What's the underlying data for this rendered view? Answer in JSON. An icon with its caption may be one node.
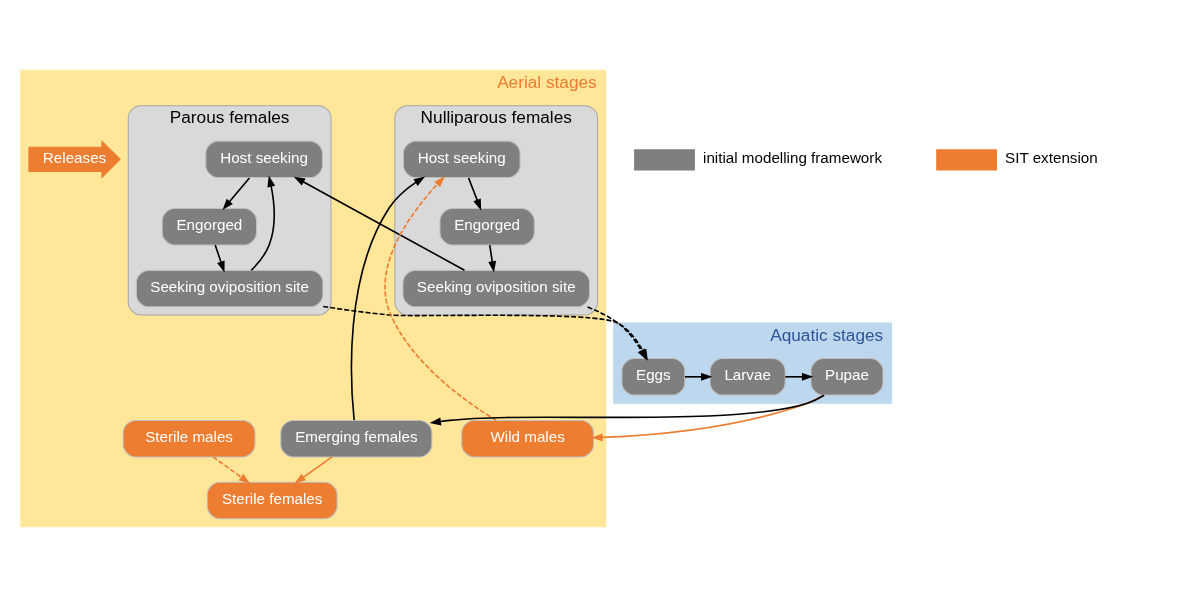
{
  "diagram": {
    "nodes": [
      {
        "text": [
          "Aerial stages"
        ]
      },
      {
        "text": [
          "Releases"
        ],
        "in": 0
      },
      {
        "text": [
          "Sterile females"
        ],
        "in": 0
      },
      {
        "text": [
          "Sterile males"
        ],
        "in": 0
      },
      {
        "text": [
          "Nulliparous females"
        ],
        "in": 0
      },
      {
        "text": [
          "Host seeking"
        ],
        "in": 4
      },
      {
        "text": [
          "Engorged"
        ],
        "in": 4
      },
      {
        "text": [
          "Seeking oviposition site"
        ],
        "in": 4
      },
      {
        "text": [
          "Parous females"
        ],
        "in": 0
      },
      {
        "text": [
          "Host seeking"
        ],
        "in": 8
      },
      {
        "text": [
          "Engorged"
        ],
        "in": 8
      },
      {
        "text": [
          "Seeking oviposition site"
        ],
        "in": 8
      },
      {
        "text": [
          "Wild males"
        ],
        "in": 0
      },
      {
        "text": [
          "Emerging females"
        ],
        "in": 0
      },
      {
        "text": [
          "Aquatic stages"
        ]
      },
      {
        "text": [
          "Pupae"
        ],
        "in": 14
      },
      {
        "text": [
          "Larvae"
        ],
        "in": 14
      },
      {
        "text": [
          "Eggs"
        ],
        "in": 14
      }
    ],
    "edges": [
      {
        "from": 3,
        "to": 2,
        "arrow": "to",
        "style": "dashed",
        "color": "#ed7d31"
      },
      {
        "from": 13,
        "to": 2,
        "arrow": "to",
        "color": "#ed7d31"
      },
      {
        "from": 13,
        "to": 5,
        "arrow": "to"
      },
      {
        "from": 12,
        "to": 5,
        "arrow": "to",
        "style": "dashed",
        "color": "#ed7d31"
      },
      {
        "from": 5,
        "to": 6,
        "arrow": "to"
      },
      {
        "from": 6,
        "to": 7,
        "arrow": "to"
      },
      {
        "from": 7,
        "to": 9,
        "arrow": "to"
      },
      {
        "from": 9,
        "to": 10,
        "arrow": "to"
      },
      {
        "from": 10,
        "to": 11,
        "arrow": "to"
      },
      {
        "from": 11,
        "to": 9,
        "arrow": "to"
      },
      {
        "from": 7,
        "to": 17,
        "arrow": "to",
        "style": "dashed"
      },
      {
        "from": 11,
        "to": 17,
        "arrow": "to",
        "style": "dashed"
      },
      {
        "from": 17,
        "to": 16,
        "arrow": "to"
      },
      {
        "from": 16,
        "to": 15,
        "arrow": "to"
      },
      {
        "from": 15,
        "to": 12,
        "arrow": "to",
        "color": "#ed7d31"
      },
      {
        "from": 15,
        "to": 13,
        "arrow": "to"
      }
    ],
    "legend": [
      {
        "text": "initial modelling framework",
        "color": "#7f7f7f"
      },
      {
        "text": "SIT extension",
        "color": "#ed7d31"
      }
    ]
  }
}
